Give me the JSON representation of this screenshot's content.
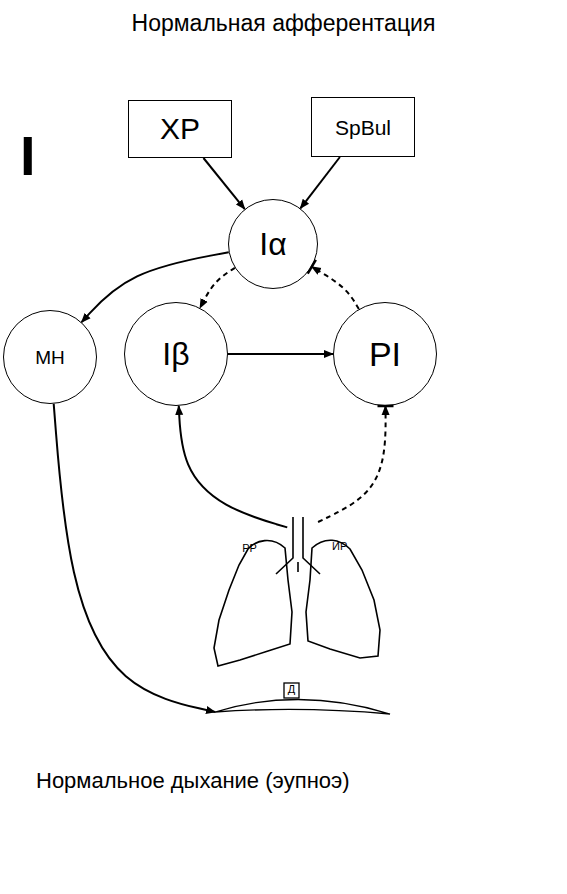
{
  "diagram": {
    "title": "Нормальная афферентация",
    "caption": "Нормальное дыхание (эупноэ)",
    "nodes": [
      {
        "text": [
          "ХР"
        ]
      },
      {
        "text": [
          "SpBul"
        ]
      },
      {
        "text": [
          "Iα"
        ]
      },
      {
        "text": [
          "МН"
        ]
      },
      {
        "text": [
          "Iβ"
        ]
      },
      {
        "text": [
          "PI"
        ]
      },
      {
        "text": [
          "РР",
          "ИР"
        ]
      },
      {
        "text": [
          "Д"
        ]
      }
    ],
    "edges": [
      {
        "from": 0,
        "to": 2,
        "arrow": "to"
      },
      {
        "from": 1,
        "to": 2,
        "arrow": "to"
      },
      {
        "from": 2,
        "to": 3,
        "arrow": "to"
      },
      {
        "from": 2,
        "to": 4,
        "arrow": "to"
      },
      {
        "from": 4,
        "to": 5,
        "arrow": "to"
      },
      {
        "from": 5,
        "to": 2,
        "arrow": "to"
      },
      {
        "from": 6,
        "to": 4,
        "arrow": "to"
      },
      {
        "from": 6,
        "to": 5,
        "arrow": "to"
      },
      {
        "from": 3,
        "to": 7,
        "arrow": "to"
      }
    ],
    "labels": [
      "I"
    ]
  }
}
